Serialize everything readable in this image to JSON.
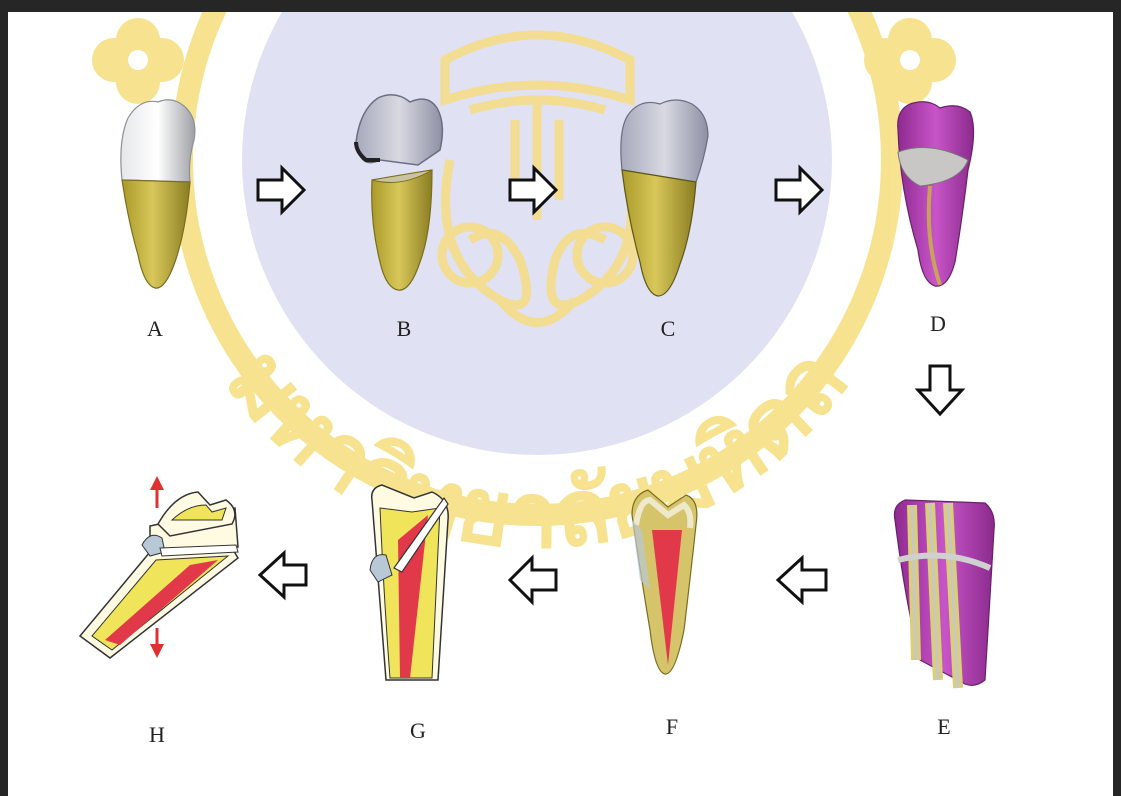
{
  "figure": {
    "panel_labels": [
      "A",
      "B",
      "C",
      "D",
      "E",
      "F",
      "G",
      "H"
    ]
  },
  "watermark": {
    "text": "มหาวิทยาลัยมหิดล",
    "kind": "university seal"
  },
  "colors": {
    "root_yellow": "#c9b640",
    "crown_gray": "#c9cbd0",
    "cut_purple": "#b33fb3",
    "pulp_red": "#e2394a",
    "dentin_yellow": "#f0e55a",
    "enamel_cream": "#fffbe2",
    "filling_blue": "#b8c8d6",
    "arrow_red": "#e13030",
    "seal_gold": "#f1cc35",
    "seal_lavender": "#c7c9ea",
    "frame": "#262626"
  },
  "icons": [
    "process-arrow-icon",
    "red-up-arrow-icon",
    "red-down-arrow-icon"
  ]
}
